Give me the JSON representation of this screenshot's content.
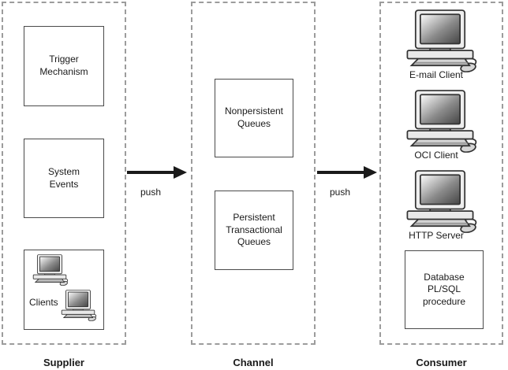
{
  "supplier": {
    "label": "Supplier",
    "trigger_box": "Trigger\nMechanism",
    "system_events_box": "System\nEvents",
    "clients_label": "Clients"
  },
  "channel": {
    "label": "Channel",
    "nonpersistent_box": "Nonpersistent\nQueues",
    "persistent_box": "Persistent\nTransactional\nQueues"
  },
  "consumer": {
    "label": "Consumer",
    "clients": [
      "E-mail Client",
      "OCI Client",
      "HTTP Server"
    ],
    "database_box": "Database\nPL/SQL\nprocedure"
  },
  "arrows": {
    "push1": "push",
    "push2": "push"
  },
  "colors": {
    "box_outline": "#4a4a4a",
    "dashed_border": "#9c9c9c",
    "arrow": "#1a1a1a",
    "screen_gradient_dark": "#454545",
    "icon_body": "#ededed"
  },
  "icons": {
    "computer": "desktop computer with monitor, keyboard and mouse"
  }
}
